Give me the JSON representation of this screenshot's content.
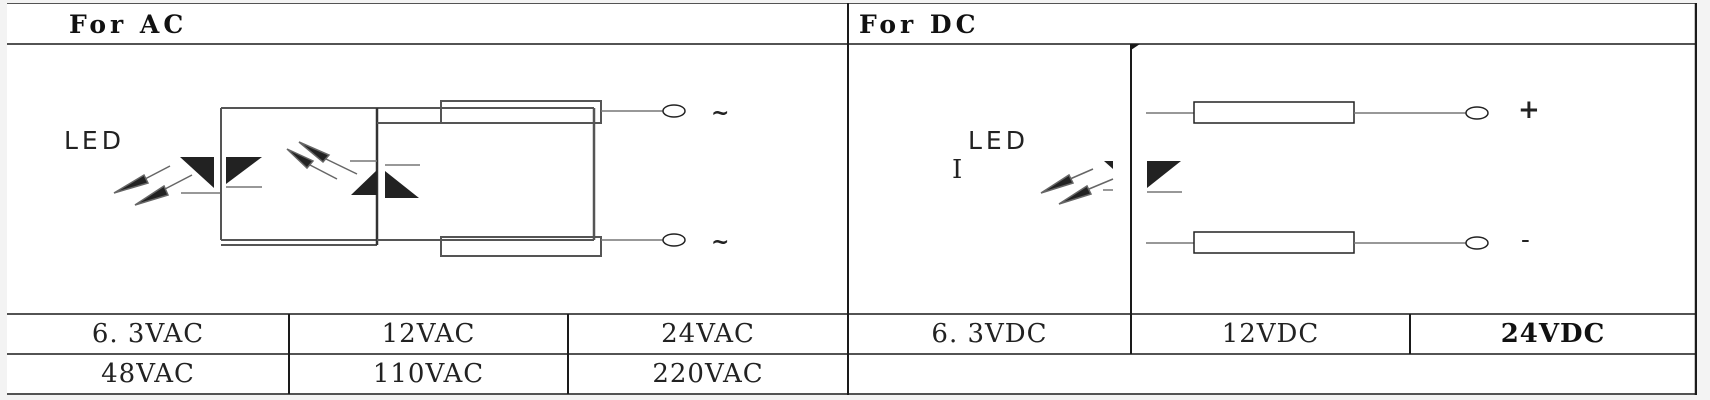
{
  "sections": {
    "ac": {
      "title": "For AC",
      "led_label": "LED",
      "terminal_top": "~",
      "terminal_bottom": "~",
      "voltages": [
        [
          "6. 3VAC",
          "12VAC",
          "24VAC"
        ],
        [
          "48VAC",
          "110VAC",
          "220VAC"
        ]
      ]
    },
    "dc": {
      "title": "For DC",
      "led_label": "LED",
      "current_label": "I",
      "terminal_top": "+",
      "terminal_bottom": "-",
      "voltages": [
        [
          "6. 3VDC",
          "12VDC",
          "24VDC"
        ]
      ],
      "highlighted_voltage": "24VDC"
    }
  },
  "colors": {
    "line": "#1a1a1a",
    "thin_line": "#777777",
    "fill": "#222222",
    "background": "#ffffff"
  }
}
